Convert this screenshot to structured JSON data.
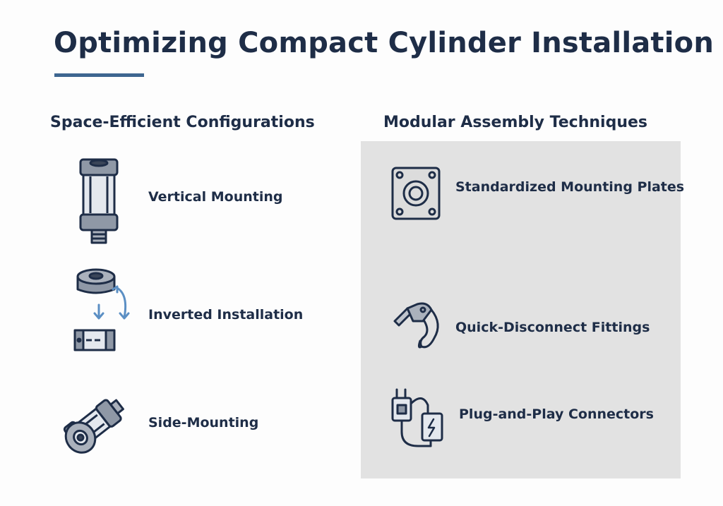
{
  "title": "Optimizing Compact Cylinder Installation",
  "colors": {
    "accent": "#3e6690",
    "text": "#1e2d47",
    "panel": "#e2e2e2",
    "icon_arrow": "#5b8fc4"
  },
  "left": {
    "heading": "Space-Efficient Configurations",
    "items": [
      {
        "label": "Vertical Mounting",
        "icon": "vertical-cylinder-icon"
      },
      {
        "label": "Inverted Installation",
        "icon": "inverted-cylinder-icon"
      },
      {
        "label": "Side-Mounting",
        "icon": "side-cylinder-icon"
      }
    ]
  },
  "right": {
    "heading": "Modular Assembly Techniques",
    "items": [
      {
        "label": "Standardized Mounting Plates",
        "icon": "mounting-plate-icon"
      },
      {
        "label": "Quick-Disconnect Fittings",
        "icon": "quick-fitting-icon"
      },
      {
        "label": "Plug-and-Play Connectors",
        "icon": "plug-connector-icon"
      }
    ]
  }
}
